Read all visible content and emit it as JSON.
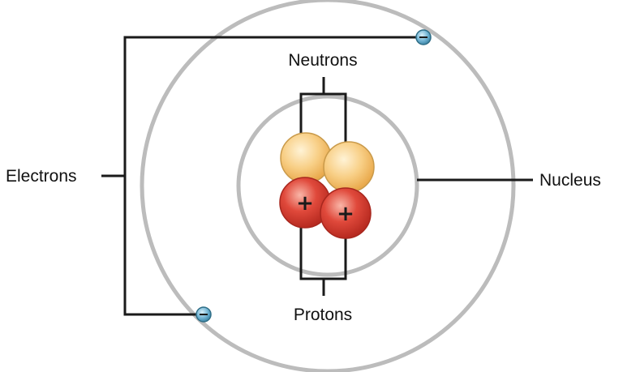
{
  "labels": {
    "electrons": "Electrons",
    "neutrons": "Neutrons",
    "protons": "Protons",
    "nucleus": "Nucleus"
  },
  "particles": {
    "electron_sign": "-",
    "proton_sign": "+",
    "neutron_count": 2,
    "proton_count": 2,
    "electron_count": 2
  },
  "colors": {
    "orbit": "#bcbcbc",
    "leader_line": "#1a1a1a",
    "neutron": "#f7c677",
    "proton": "#d9372c",
    "electron": "#6aaed0"
  }
}
